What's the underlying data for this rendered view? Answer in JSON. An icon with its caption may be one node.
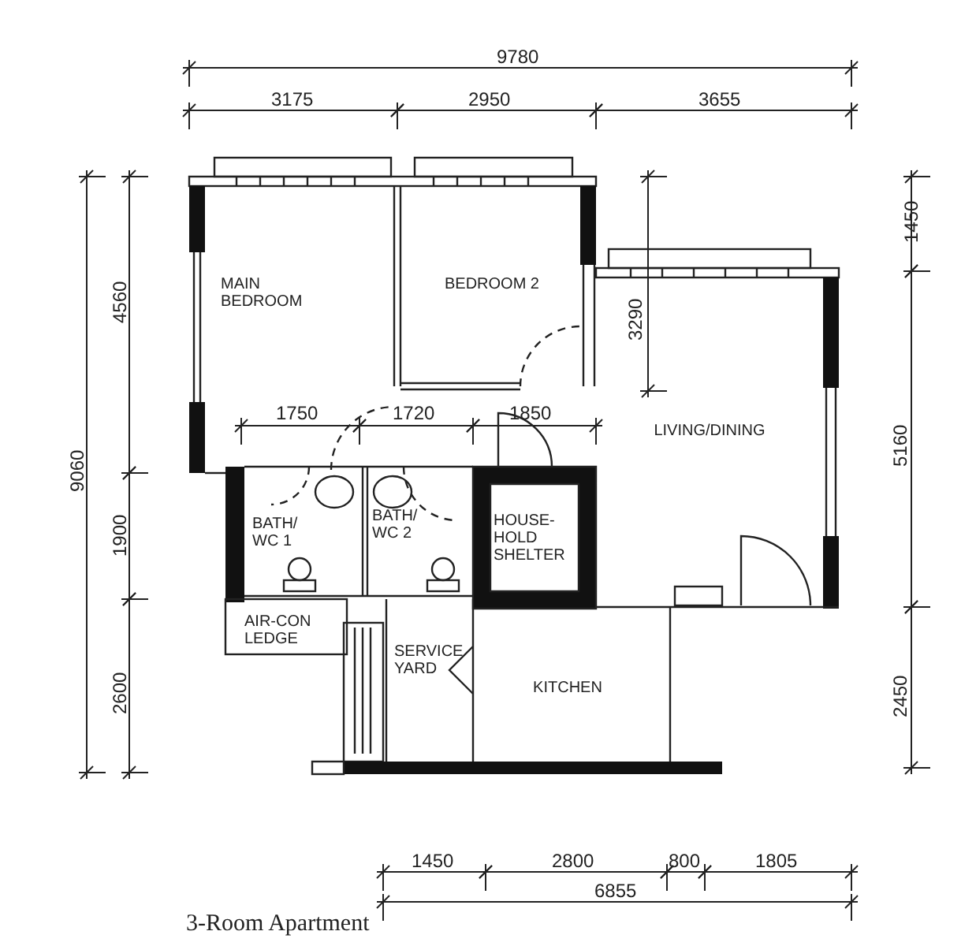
{
  "diagram": {
    "caption": "3-Room Apartment",
    "nodes": [
      {
        "text": [
          "MAIN BEDROOM"
        ]
      },
      {
        "text": [
          "BEDROOM 2"
        ]
      },
      {
        "text": [
          "LIVING/DINING"
        ]
      },
      {
        "text": [
          "BATH/ WC 1"
        ]
      },
      {
        "text": [
          "BATH/ WC 2"
        ]
      },
      {
        "text": [
          "HOUSE- HOLD SHELTER"
        ]
      },
      {
        "text": [
          "AIR-CON LEDGE"
        ]
      },
      {
        "text": [
          "SERVICE YARD"
        ]
      },
      {
        "text": [
          "KITCHEN"
        ]
      }
    ],
    "labels": [
      "9780",
      "3175",
      "2950",
      "3655",
      "1450",
      "4560",
      "9060",
      "3290",
      "1750",
      "1720",
      "1850",
      "5160",
      "1900",
      "2600",
      "2450",
      "1450",
      "2800",
      "800",
      "1805",
      "6855"
    ]
  }
}
